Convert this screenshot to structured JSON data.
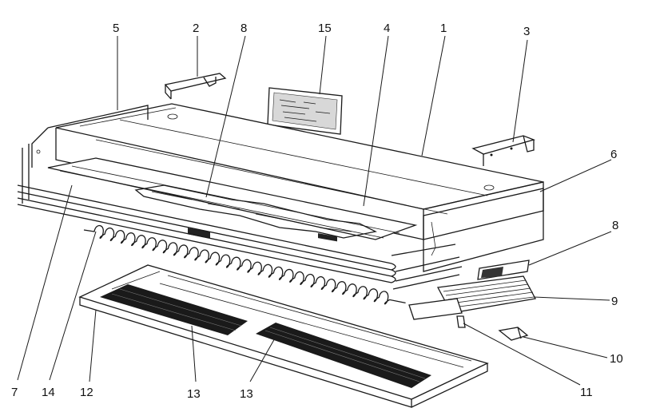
{
  "callouts": [
    {
      "id": "c1",
      "label": "1"
    },
    {
      "id": "c2",
      "label": "2"
    },
    {
      "id": "c3",
      "label": "3"
    },
    {
      "id": "c4",
      "label": "4"
    },
    {
      "id": "c5",
      "label": "5"
    },
    {
      "id": "c6",
      "label": "6"
    },
    {
      "id": "c7",
      "label": "7"
    },
    {
      "id": "c8a",
      "label": "8"
    },
    {
      "id": "c8b",
      "label": "8"
    },
    {
      "id": "c9",
      "label": "9"
    },
    {
      "id": "c10",
      "label": "10"
    },
    {
      "id": "c11",
      "label": "11"
    },
    {
      "id": "c12",
      "label": "12"
    },
    {
      "id": "c13a",
      "label": "13"
    },
    {
      "id": "c13b",
      "label": "13"
    },
    {
      "id": "c14",
      "label": "14"
    },
    {
      "id": "c15",
      "label": "15"
    }
  ]
}
